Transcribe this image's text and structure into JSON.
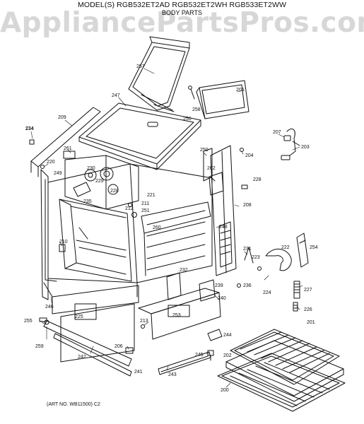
{
  "header": {
    "models": "MODEL(S) RGB532ET2AD  RGB532ET2WH  RGB533ET2WW",
    "subtitle": "BODY PARTS"
  },
  "watermark": "AppliancePartsPros.com",
  "footer": {
    "art_no": "(ART NO. WB11500) C2"
  },
  "parts": [
    {
      "id": "p257",
      "label": "257"
    },
    {
      "id": "p205",
      "label": "205"
    },
    {
      "id": "p247",
      "label": "247"
    },
    {
      "id": "p258",
      "label": "258"
    },
    {
      "id": "p256",
      "label": "256"
    },
    {
      "id": "p209",
      "label": "209"
    },
    {
      "id": "p234",
      "label": "234"
    },
    {
      "id": "p207",
      "label": "207"
    },
    {
      "id": "p203",
      "label": "203"
    },
    {
      "id": "p261",
      "label": "261"
    },
    {
      "id": "p250",
      "label": "250"
    },
    {
      "id": "p204",
      "label": "204"
    },
    {
      "id": "p220",
      "label": "220"
    },
    {
      "id": "p262",
      "label": "262"
    },
    {
      "id": "p249",
      "label": "249"
    },
    {
      "id": "p230",
      "label": "230"
    },
    {
      "id": "p228a",
      "label": "228"
    },
    {
      "id": "p229",
      "label": "229"
    },
    {
      "id": "p228b",
      "label": "228"
    },
    {
      "id": "p221",
      "label": "221"
    },
    {
      "id": "p235",
      "label": "235"
    },
    {
      "id": "p211",
      "label": "211"
    },
    {
      "id": "p212",
      "label": "212"
    },
    {
      "id": "p251",
      "label": "251"
    },
    {
      "id": "p208",
      "label": "208"
    },
    {
      "id": "p260",
      "label": "260"
    },
    {
      "id": "p248",
      "label": "248"
    },
    {
      "id": "p210",
      "label": "210"
    },
    {
      "id": "p231",
      "label": "231"
    },
    {
      "id": "p222",
      "label": "222"
    },
    {
      "id": "p254",
      "label": "254"
    },
    {
      "id": "p223",
      "label": "223"
    },
    {
      "id": "p232",
      "label": "232"
    },
    {
      "id": "p236",
      "label": "236"
    },
    {
      "id": "p224",
      "label": "224"
    },
    {
      "id": "p239",
      "label": "239"
    },
    {
      "id": "p227",
      "label": "227"
    },
    {
      "id": "p246",
      "label": "246"
    },
    {
      "id": "p240",
      "label": "240"
    },
    {
      "id": "p225",
      "label": "225"
    },
    {
      "id": "p253",
      "label": "253"
    },
    {
      "id": "p226",
      "label": "226"
    },
    {
      "id": "p255",
      "label": "255"
    },
    {
      "id": "p213",
      "label": "213"
    },
    {
      "id": "p201",
      "label": "201"
    },
    {
      "id": "p244",
      "label": "244"
    },
    {
      "id": "p206",
      "label": "206"
    },
    {
      "id": "p259",
      "label": "259"
    },
    {
      "id": "p242",
      "label": "242"
    },
    {
      "id": "p245",
      "label": "245"
    },
    {
      "id": "p202",
      "label": "202"
    },
    {
      "id": "p241",
      "label": "241"
    },
    {
      "id": "p243",
      "label": "243"
    },
    {
      "id": "p200",
      "label": "200"
    }
  ]
}
